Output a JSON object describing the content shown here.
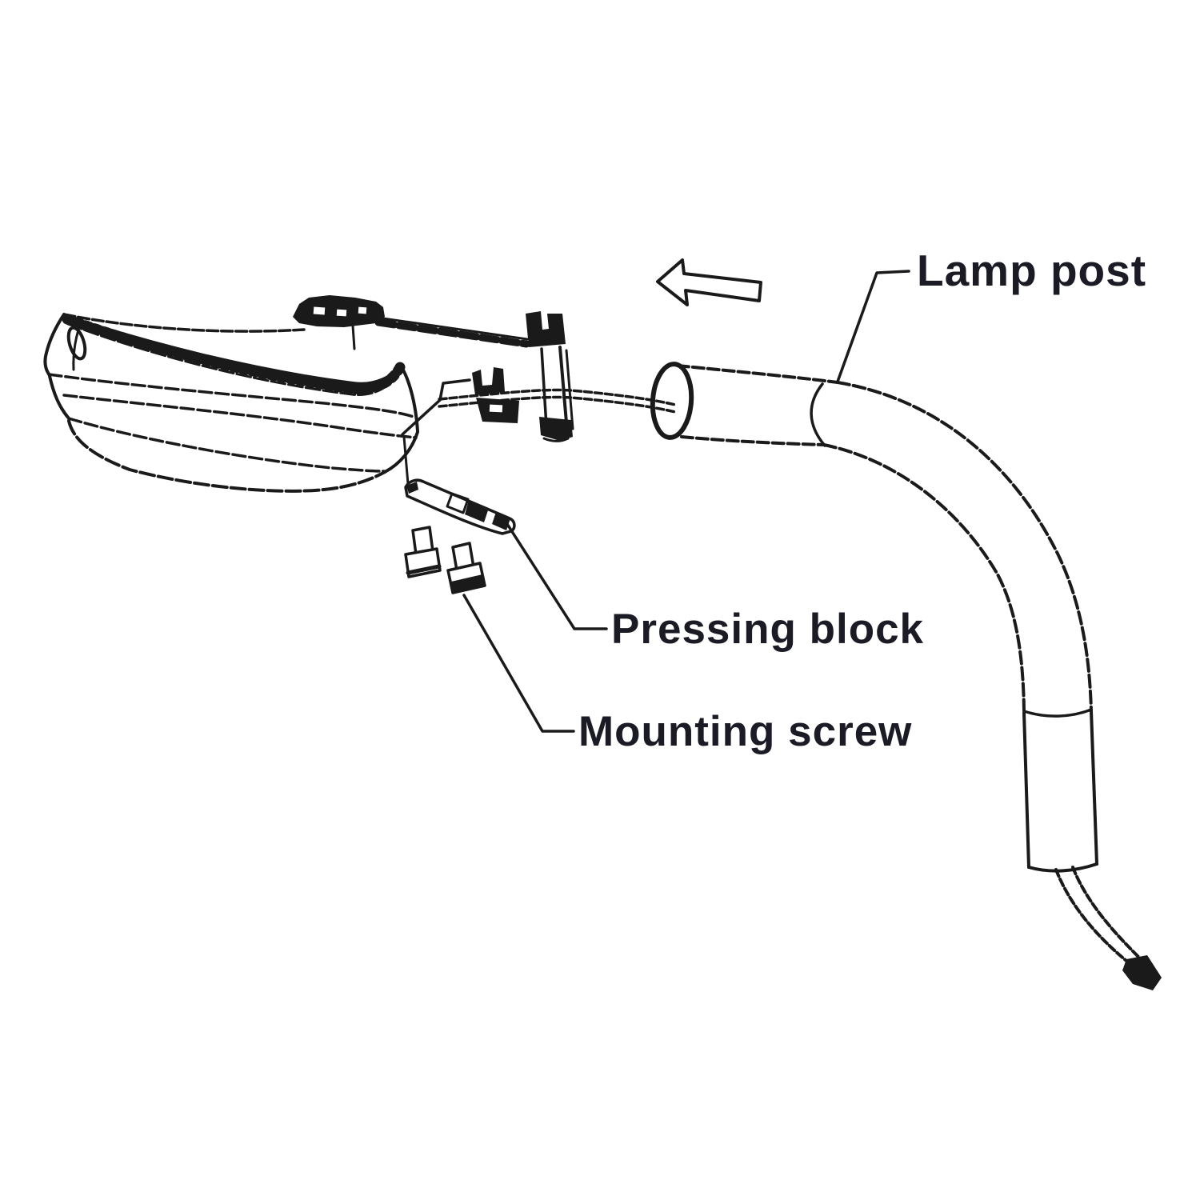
{
  "diagram": {
    "background": "#ffffff",
    "line_color": "#1a1a1a",
    "text_color": "#1b1b26",
    "labels": {
      "lamp_post": "Lamp post",
      "pressing_block": "Pressing block",
      "mounting_screw": "Mounting screw"
    },
    "icons": {
      "direction_arrow": "left-block-arrow",
      "direction_arrow_glyph": "⇦"
    }
  }
}
